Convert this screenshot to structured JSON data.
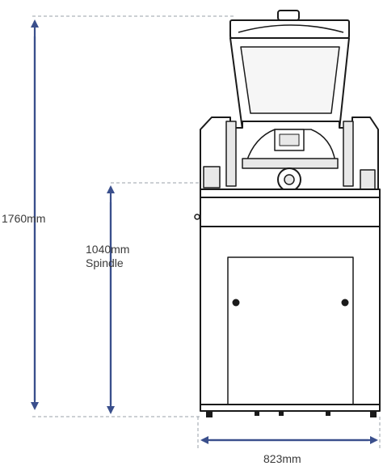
{
  "dimensions": {
    "total_height": "1760mm",
    "spindle_height": "1040mm",
    "spindle_label": "Spindle",
    "width": "823mm"
  },
  "colors": {
    "dimension_line": "#3a4f8c",
    "dashed_guide": "#9aa0a8",
    "machine_outline": "#1a1a1a",
    "machine_fill": "#ffffff",
    "machine_shade": "#e8e8e8"
  }
}
